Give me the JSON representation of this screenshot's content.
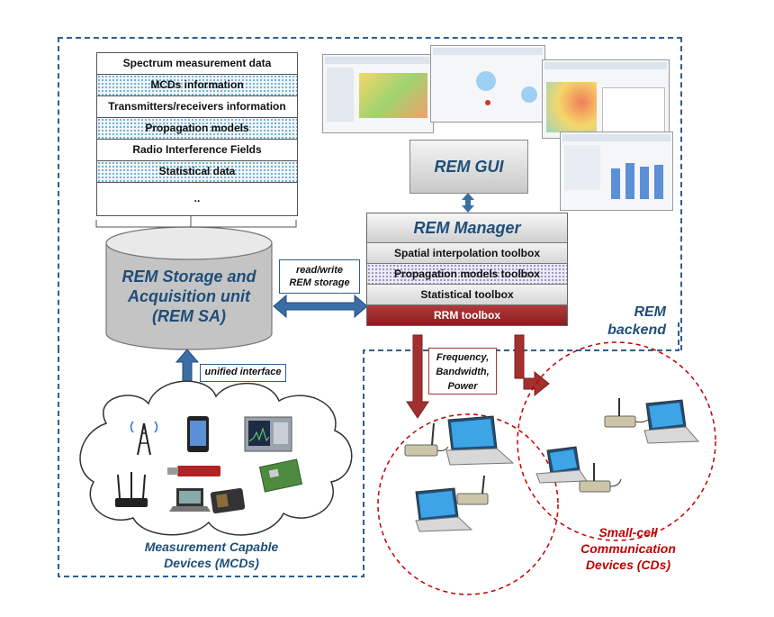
{
  "data_list": {
    "rows": [
      {
        "label": "Spectrum measurement data",
        "pattern": "plain"
      },
      {
        "label": "MCDs information",
        "pattern": "dotted"
      },
      {
        "label": "Transmitters/receivers information",
        "pattern": "plain"
      },
      {
        "label": "Propagation models",
        "pattern": "dotted"
      },
      {
        "label": "Radio Interference Fields",
        "pattern": "plain"
      },
      {
        "label": "Statistical data",
        "pattern": "dotted"
      }
    ],
    "ellipsis": ".."
  },
  "rem_sa": {
    "line1": "REM Storage and",
    "line2": "Acquisition unit",
    "line3": "(REM SA)"
  },
  "read_write": {
    "line1": "read/write",
    "line2": "REM storage"
  },
  "unified": "unified interface",
  "rem_gui": "REM GUI",
  "rem_manager": {
    "title": "REM Manager",
    "tools": [
      {
        "label": "Spatial interpolation toolbox",
        "pattern": "plain"
      },
      {
        "label": "Propagation models toolbox",
        "pattern": "dotted"
      },
      {
        "label": "Statistical toolbox",
        "pattern": "plain"
      },
      {
        "label": "RRM toolbox",
        "pattern": "rrm"
      }
    ]
  },
  "rem_backend": {
    "line1": "REM",
    "line2": "backend"
  },
  "control_params": {
    "line1": "Frequency,",
    "line2": "Bandwidth,",
    "line3": "Power"
  },
  "mcd": {
    "line1": "Measurement Capable",
    "line2": "Devices (MCDs)"
  },
  "cd": {
    "line1": "Small-cell",
    "line2": "Communication",
    "line3": "Devices (CDs)"
  },
  "colors": {
    "accent_blue": "#2d5f8f",
    "title_blue": "#1f4e79",
    "rrm_red": "#9b2626",
    "circle_red": "#c00000"
  },
  "icons": [
    "cell-tower-icon",
    "smartphone-icon",
    "spectrum-analyzer-icon",
    "usb-dongle-icon",
    "circuit-board-icon",
    "wifi-router-icon",
    "laptop-icon",
    "sensor-board-icon"
  ]
}
